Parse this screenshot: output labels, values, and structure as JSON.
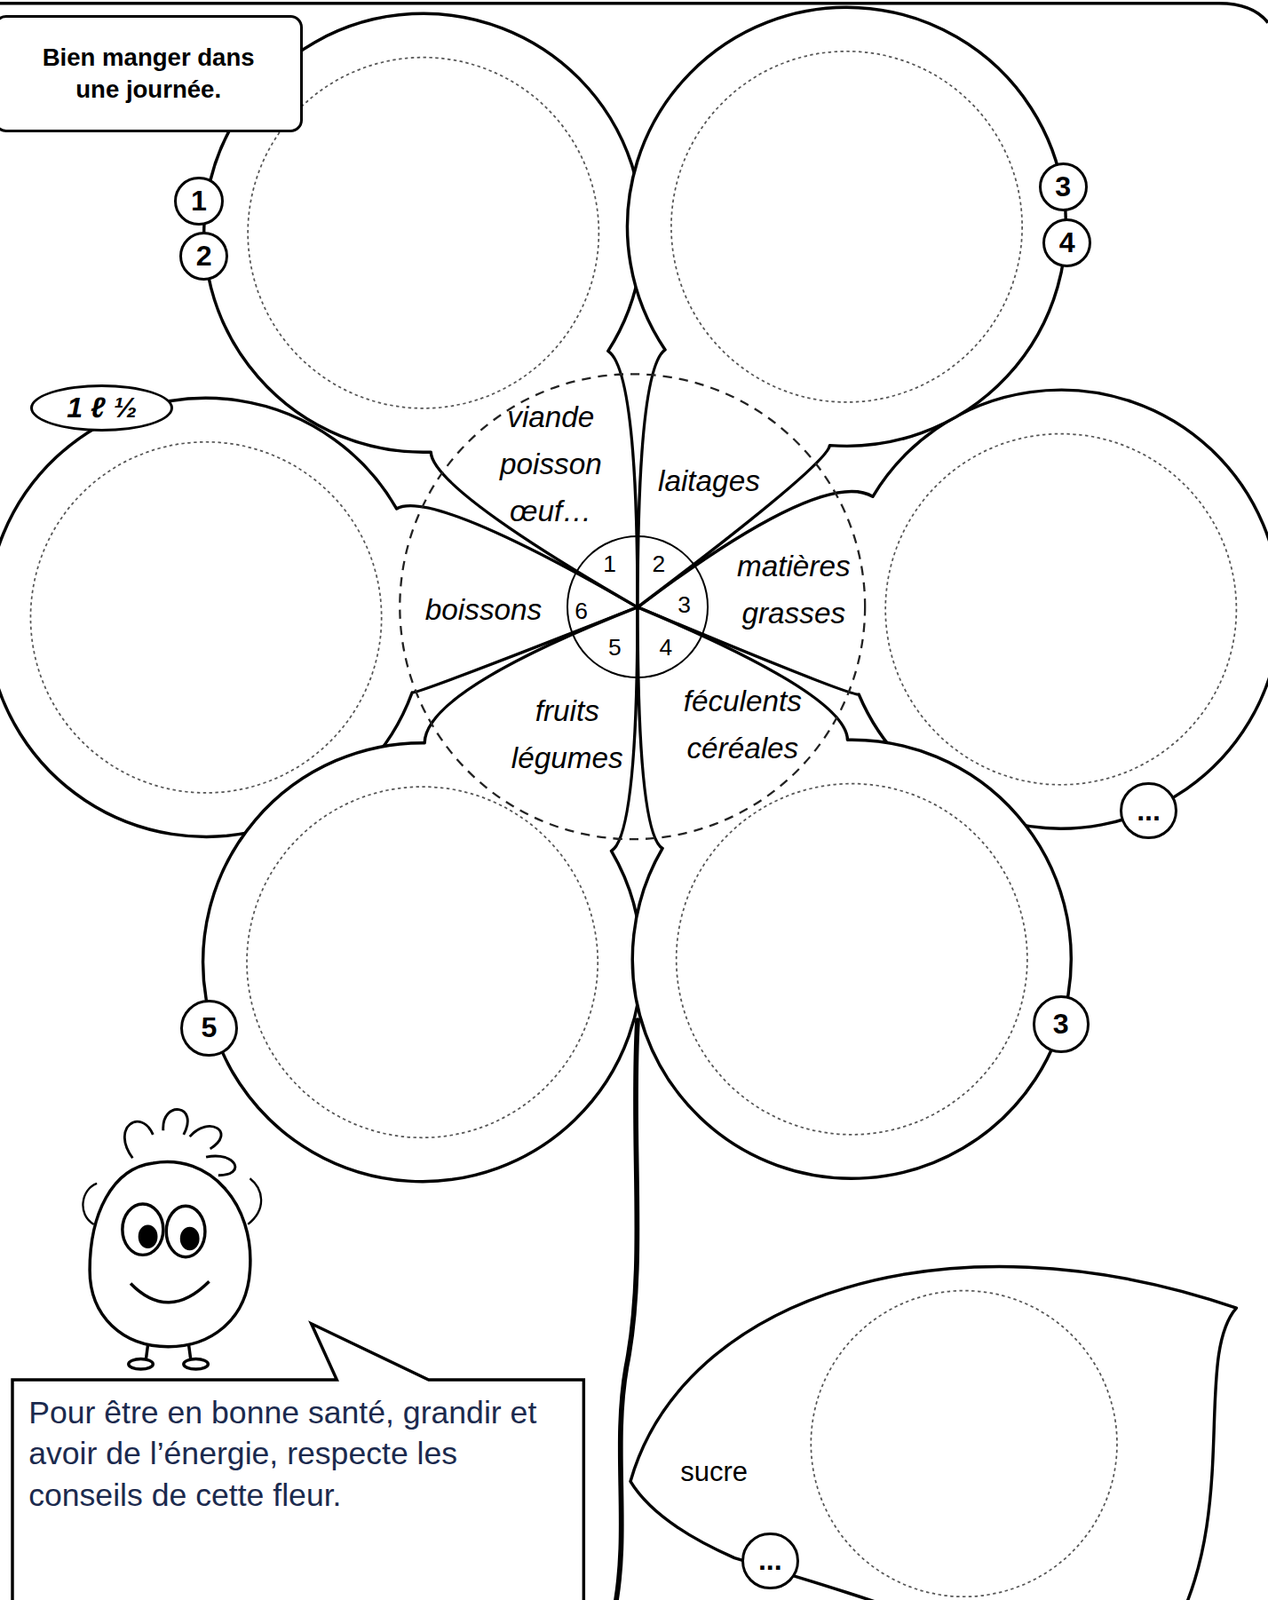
{
  "diagram": {
    "title": "Bien manger dans une journée.",
    "nodes": [
      {
        "text": [
          "1"
        ]
      },
      {
        "text": [
          "2"
        ]
      },
      {
        "text": [
          "3"
        ]
      },
      {
        "text": [
          "4"
        ]
      },
      {
        "text": [
          "1 ℓ ½"
        ]
      },
      {
        "text": [
          "viande poisson œuf…",
          "laitages",
          "matières grasses",
          "féculents céréales",
          "fruits légumes",
          "boissons"
        ]
      },
      {
        "text": [
          "1",
          "2",
          "3",
          "4",
          "5",
          "6"
        ],
        "in": 5
      },
      {
        "text": [
          "..."
        ]
      },
      {
        "text": [
          "5"
        ]
      },
      {
        "text": [
          "3"
        ]
      },
      {
        "text": [
          "..."
        ]
      },
      {
        "text": [
          "Pour être en bonne santé, grandir et avoir de l’énergie, respecte les conseils de cette fleur."
        ]
      }
    ],
    "labels": [
      "sucre"
    ]
  }
}
